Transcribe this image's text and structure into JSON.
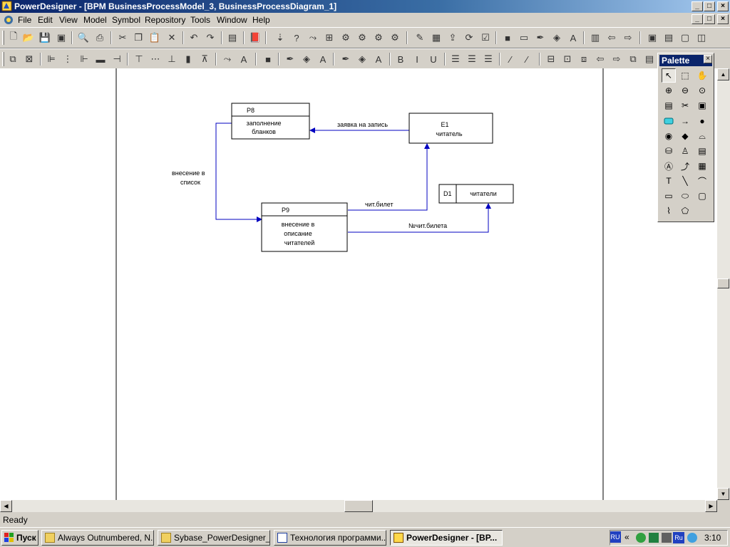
{
  "window": {
    "title": "PowerDesigner - [BPM BusinessProcessModel_3, BusinessProcessDiagram_1]",
    "minimize": "_",
    "maximize": "□",
    "close": "×"
  },
  "menubar": {
    "items": [
      "File",
      "Edit",
      "View",
      "Model",
      "Symbol",
      "Repository",
      "Tools",
      "Window",
      "Help"
    ]
  },
  "palette": {
    "title": "Palette",
    "close": "×"
  },
  "diagram": {
    "p8": {
      "id": "P8",
      "line1": "заполнение",
      "line2": "бланков"
    },
    "p9": {
      "id": "P9",
      "line1": "внесение в",
      "line2": "описание",
      "line3": "читателей"
    },
    "e1": {
      "id": "E1",
      "name": "читатель"
    },
    "d1": {
      "id": "D1",
      "name": "читатели"
    },
    "flows": {
      "request": "заявка на запись",
      "entry_line1": "внесение в",
      "entry_line2": "список",
      "ticket": "чит.билет",
      "ticket_number": "№чит.билета"
    }
  },
  "statusbar": {
    "text": "Ready"
  },
  "taskbar": {
    "start_label": "Пуск",
    "tasks": [
      "Always Outnumbered, N...",
      "Sybase_PowerDesigner_...",
      "Технология программи...",
      "PowerDesigner - [BP..."
    ],
    "active_task_index": 3,
    "lang": "RU",
    "tray_lang": "Ru",
    "clock": "3:10"
  },
  "colors": {
    "title_gradient_start": "#0a246a",
    "flow_line": "#0000c0",
    "palette_title": "#0a246a",
    "chrome": "#d4d0c8"
  }
}
